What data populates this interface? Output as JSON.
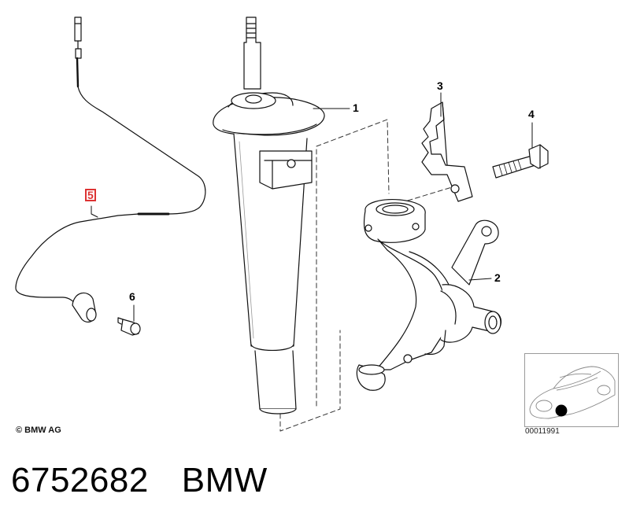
{
  "callouts": {
    "c1": "1",
    "c2": "2",
    "c3": "3",
    "c4": "4",
    "c5": "5",
    "c6": "6"
  },
  "copyright": "© BMW AG",
  "image_id": "00011991",
  "footer": {
    "part_number": "6752682",
    "brand": "BMW"
  },
  "colors": {
    "line": "#111111",
    "highlight": "#d33333",
    "shade": "#e6e6e6"
  }
}
